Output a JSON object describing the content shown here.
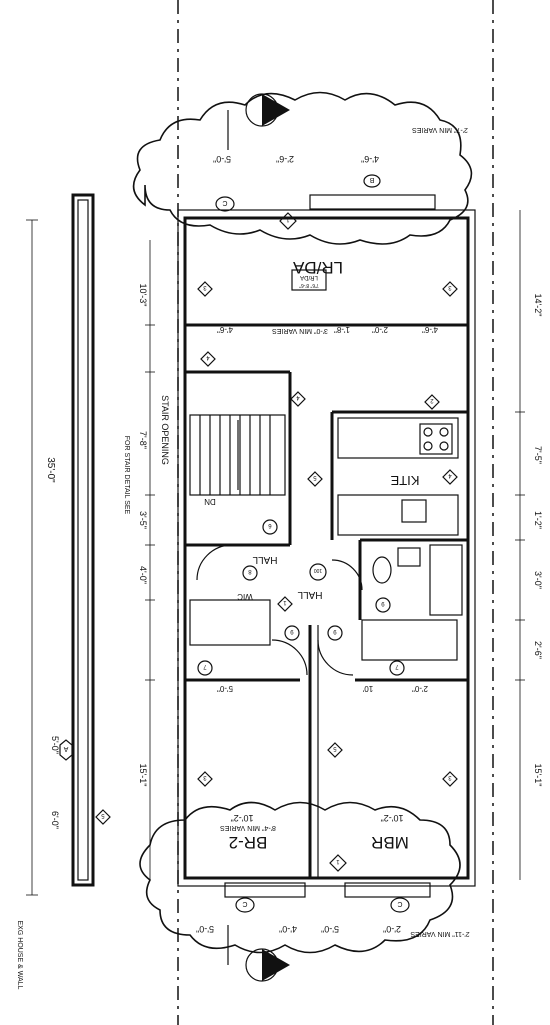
{
  "rooms": {
    "lr_da": "LR/DA",
    "kitchen": "KITE",
    "hall_upper": "HALL",
    "hall_lower": "HALL",
    "br2": "BR-2",
    "mbr": "MBR",
    "wic": "WIC",
    "dn": "DN"
  },
  "notes": {
    "stair_opening": "STAIR OPENING",
    "stair_detail": "FOR STAIR DETAIL SEE",
    "dims_br2": "8'-4\" MIN VARIES",
    "dims_lrda": "3'-0\" MIN VARIES",
    "dims_top": "2'-7\" MIN VARIES",
    "dims_bottom": "2'-11\" MIN VARIES",
    "house_wall": "EXG HOUSE & WALL",
    "lrda_tag": "LR/DA",
    "lrda_tag_size": "7'6\" 8'-6\""
  },
  "dimensions": {
    "overall": "35'-0\"",
    "left_a": "5'-0\"",
    "left_b": "6'-0\"",
    "left_c": "7'-8\"",
    "left_d": "10'-3\"",
    "left_e": "3'-5\"",
    "left_f": "4'-0\"",
    "left_g": "15'-1\"",
    "right_a": "14'-2\"",
    "right_b": "7'-5\"",
    "right_c": "1'-2\"",
    "right_d": "3'-0\"",
    "right_e": "2'-6\"",
    "right_f": "15'-1\"",
    "top_a": "5'-0\"",
    "top_b": "2'-6\"",
    "top_c": "4'-6\"",
    "mid_a": "4'-6\"",
    "mid_b": "1'-8\"",
    "mid_c": "2'-0\"",
    "mid_d": "4'-6\"",
    "bot_a": "5'-0\"",
    "bot_b": "4'-0\"",
    "bot_c": "5'-0\"",
    "bot_d": "2'-0\"",
    "br2_w": "10'-2\"",
    "mbr_w": "10'-2\"",
    "small_a": "2'-0\"",
    "small_b": "10'",
    "small_c": "5'-0\""
  },
  "tags": {
    "b": "B",
    "c": "C",
    "a": "A",
    "one": "1",
    "two": "2",
    "three": "3",
    "four": "4",
    "five": "5",
    "six": "6",
    "seven": "7",
    "eight": "8",
    "nine": "9",
    "hundred": "100",
    "cloud_1": "1"
  }
}
